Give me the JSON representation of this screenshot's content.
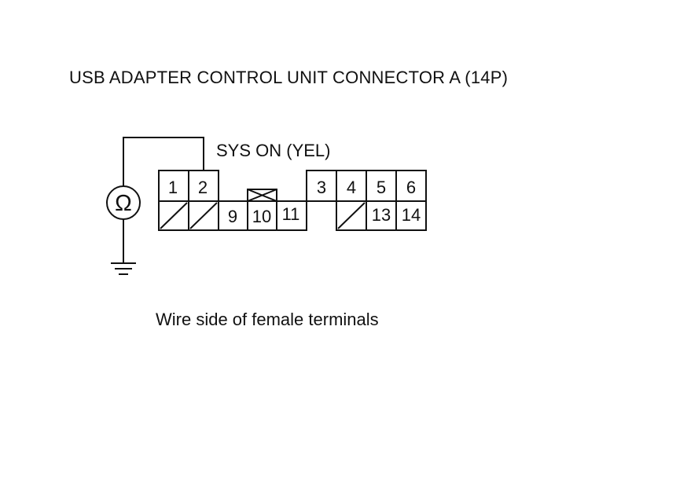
{
  "title": "USB ADAPTER CONTROL UNIT CONNECTOR A (14P)",
  "wire_label": "SYS ON (YEL)",
  "caption": "Wire side of female terminals",
  "meter_symbol": "Ω",
  "ground_icon": "ground-icon",
  "connector": {
    "top_row": [
      "1",
      "2",
      "3",
      "4",
      "5",
      "6"
    ],
    "bottom_row": [
      "9",
      "10",
      "11",
      "13",
      "14"
    ]
  }
}
